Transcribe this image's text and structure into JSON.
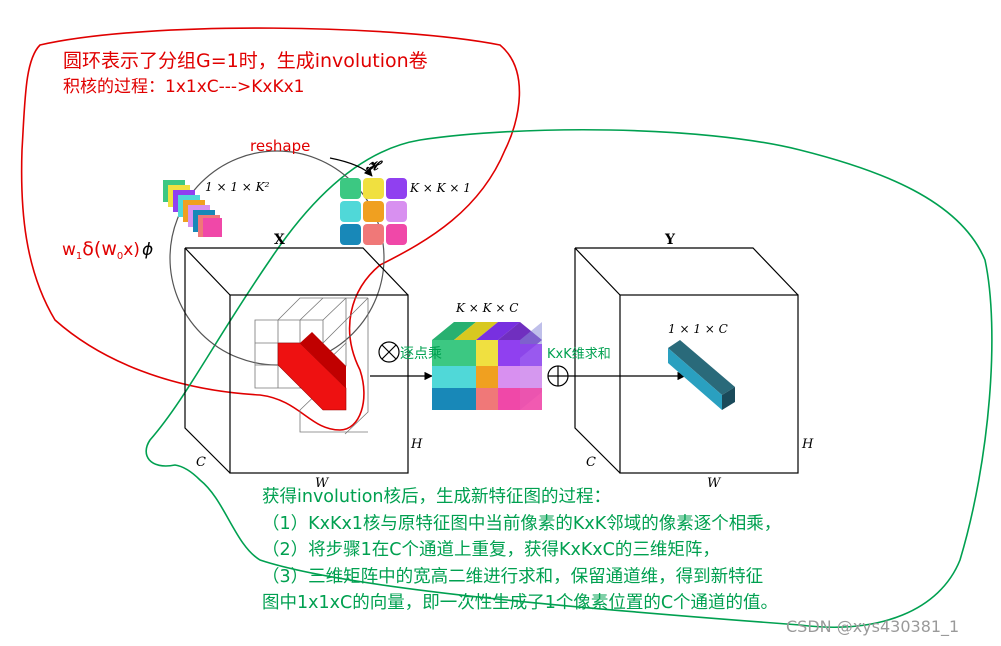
{
  "colors": {
    "red_annotation": "#e00000",
    "green_annotation": "#00a050",
    "diagram_line": "#000000",
    "kernel_palette": [
      "#3cc882",
      "#f0e040",
      "#9040f0",
      "#50d8d8",
      "#f0a020",
      "#d890f0",
      "#1888b8",
      "#f07878",
      "#f048a8"
    ],
    "output_bar": "#1a4a5a",
    "patch_red": "#ee1111"
  },
  "red_note": {
    "line1": "圆环表示了分组G=1时，生成involution卷",
    "line2": "积核的过程：1x1xC--->KxKx1"
  },
  "reshape_label": "reshape",
  "phi_label": {
    "w1": "w",
    "w1_sub": "1",
    "delta": "δ(w",
    "w0_sub": "0",
    "rest": "x)",
    "phi": "ϕ"
  },
  "labels": {
    "one_one_k2": "1 × 1 × K²",
    "H_cal": "𝓗",
    "kxkx1": "K × K × 1",
    "X": "X",
    "Y": "Y",
    "kxkxc": "K × K × C",
    "one_one_c": "1 × 1 × C",
    "C_left": "C",
    "W_left": "W",
    "H_left": "H",
    "C_right": "C",
    "W_right": "W",
    "H_right": "H",
    "multiply_op": "⊗",
    "multiply_text": "逐点乘",
    "sum_op": "⊕",
    "sum_text": "KxK维求和"
  },
  "green_note": {
    "l1": "获得involution核后，生成新特征图的过程：",
    "l2": "（1）KxKx1核与原特征图中当前像素的KxK邻域的像素逐个相乘，",
    "l3": "（2）将步骤1在C个通道上重复，获得KxKxC的三维矩阵，",
    "l4": "（3）三维矩阵中的宽高二维进行求和，保留通道维，得到新特征",
    "l5": "图中1x1xC的向量，即一次性生成了1个像素位置的C个通道的值。"
  },
  "watermark": "CSDN @xys430381_1"
}
